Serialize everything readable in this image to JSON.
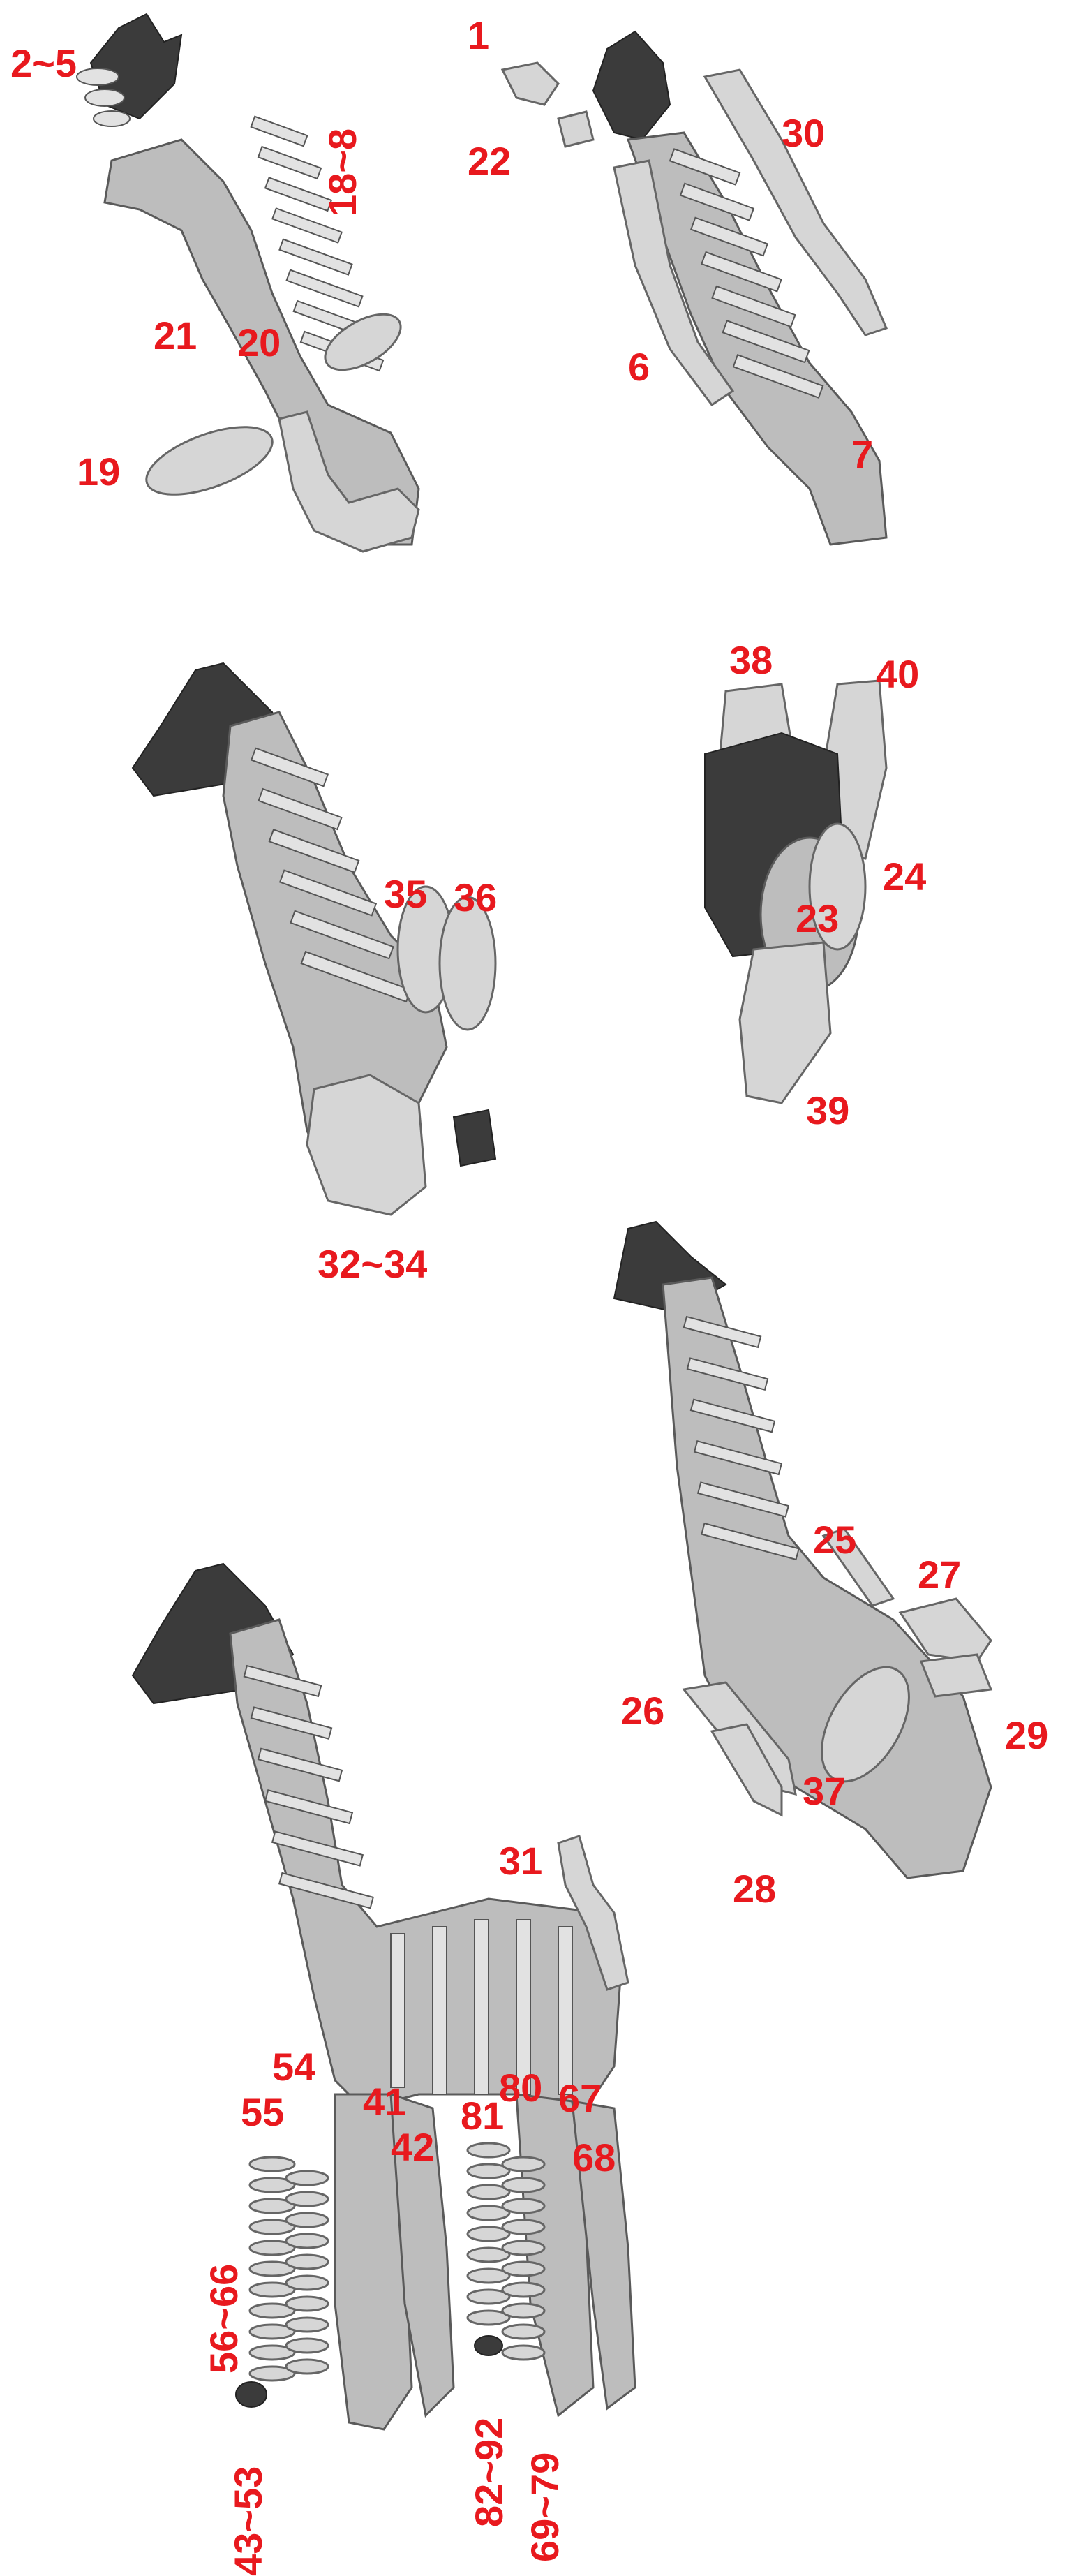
{
  "colors": {
    "label": "#e8191e",
    "part_light": "#d6d6d6",
    "part_mid": "#bdbdbd",
    "part_dark": "#3b3b3b"
  },
  "steps": {
    "step1": {
      "labels": [
        "2~5",
        "18~8",
        "21",
        "20",
        "19"
      ]
    },
    "step2": {
      "labels": [
        "1",
        "22",
        "30",
        "6",
        "7"
      ]
    },
    "step3": {
      "labels": [
        "35",
        "36",
        "32~34"
      ]
    },
    "step4": {
      "labels": [
        "38",
        "40",
        "24",
        "23",
        "39"
      ]
    },
    "step5": {
      "labels": [
        "25",
        "27",
        "26",
        "29",
        "37",
        "28"
      ]
    },
    "step6": {
      "labels": [
        "31",
        "54",
        "55",
        "41",
        "80",
        "67",
        "81",
        "42",
        "68",
        "56~66",
        "43~53",
        "82~92",
        "69~79"
      ]
    }
  }
}
